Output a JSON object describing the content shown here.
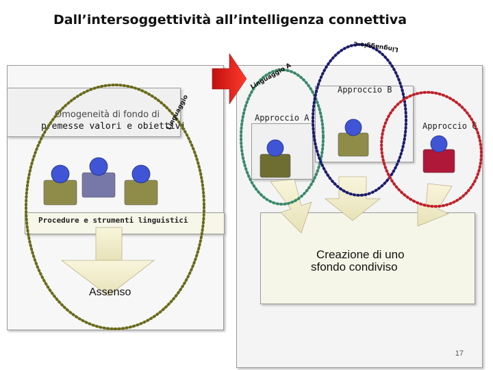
{
  "title": "Dall’intersoggettività all’intelligenza connettiva",
  "left": {
    "box_line1": "Omogeneità di fondo di",
    "box_line2": "premesse valori e obiettivi",
    "procedure": "Procedure e strumenti linguistici",
    "result": "Assenso"
  },
  "right": {
    "approach_a": "Approccio A",
    "approach_b": "Approccio B",
    "approach_c": "Approccio C",
    "result_line1": "Creazione di uno",
    "result_line2": "sfondo condiviso"
  },
  "curved_labels": {
    "left_oval": "Linguaggio",
    "oval_a": "Linguaggio A",
    "oval_c": "Linguaggio C"
  },
  "colors": {
    "oval_left": "#6a6a1a",
    "oval_a": "#3a8a6a",
    "oval_b": "#1c1c6e",
    "oval_c": "#c0202a",
    "arrow": "#d41c1c"
  },
  "page_number": "17"
}
